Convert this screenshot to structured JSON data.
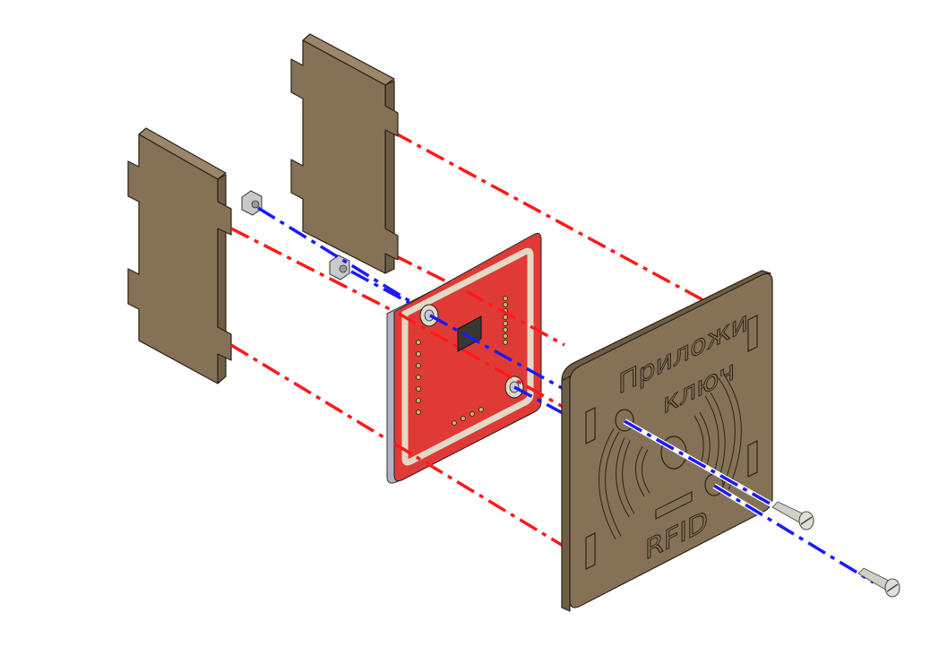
{
  "diagram": {
    "title": "RFID reader enclosure exploded view",
    "front_panel": {
      "text_line1": "Приложи",
      "text_line2": "ключ",
      "label": "RFID"
    },
    "colors": {
      "wood": "#857256",
      "pcb": "#e03a36",
      "axis_red": "#ff1a1a",
      "axis_blue": "#1a1aff"
    }
  }
}
